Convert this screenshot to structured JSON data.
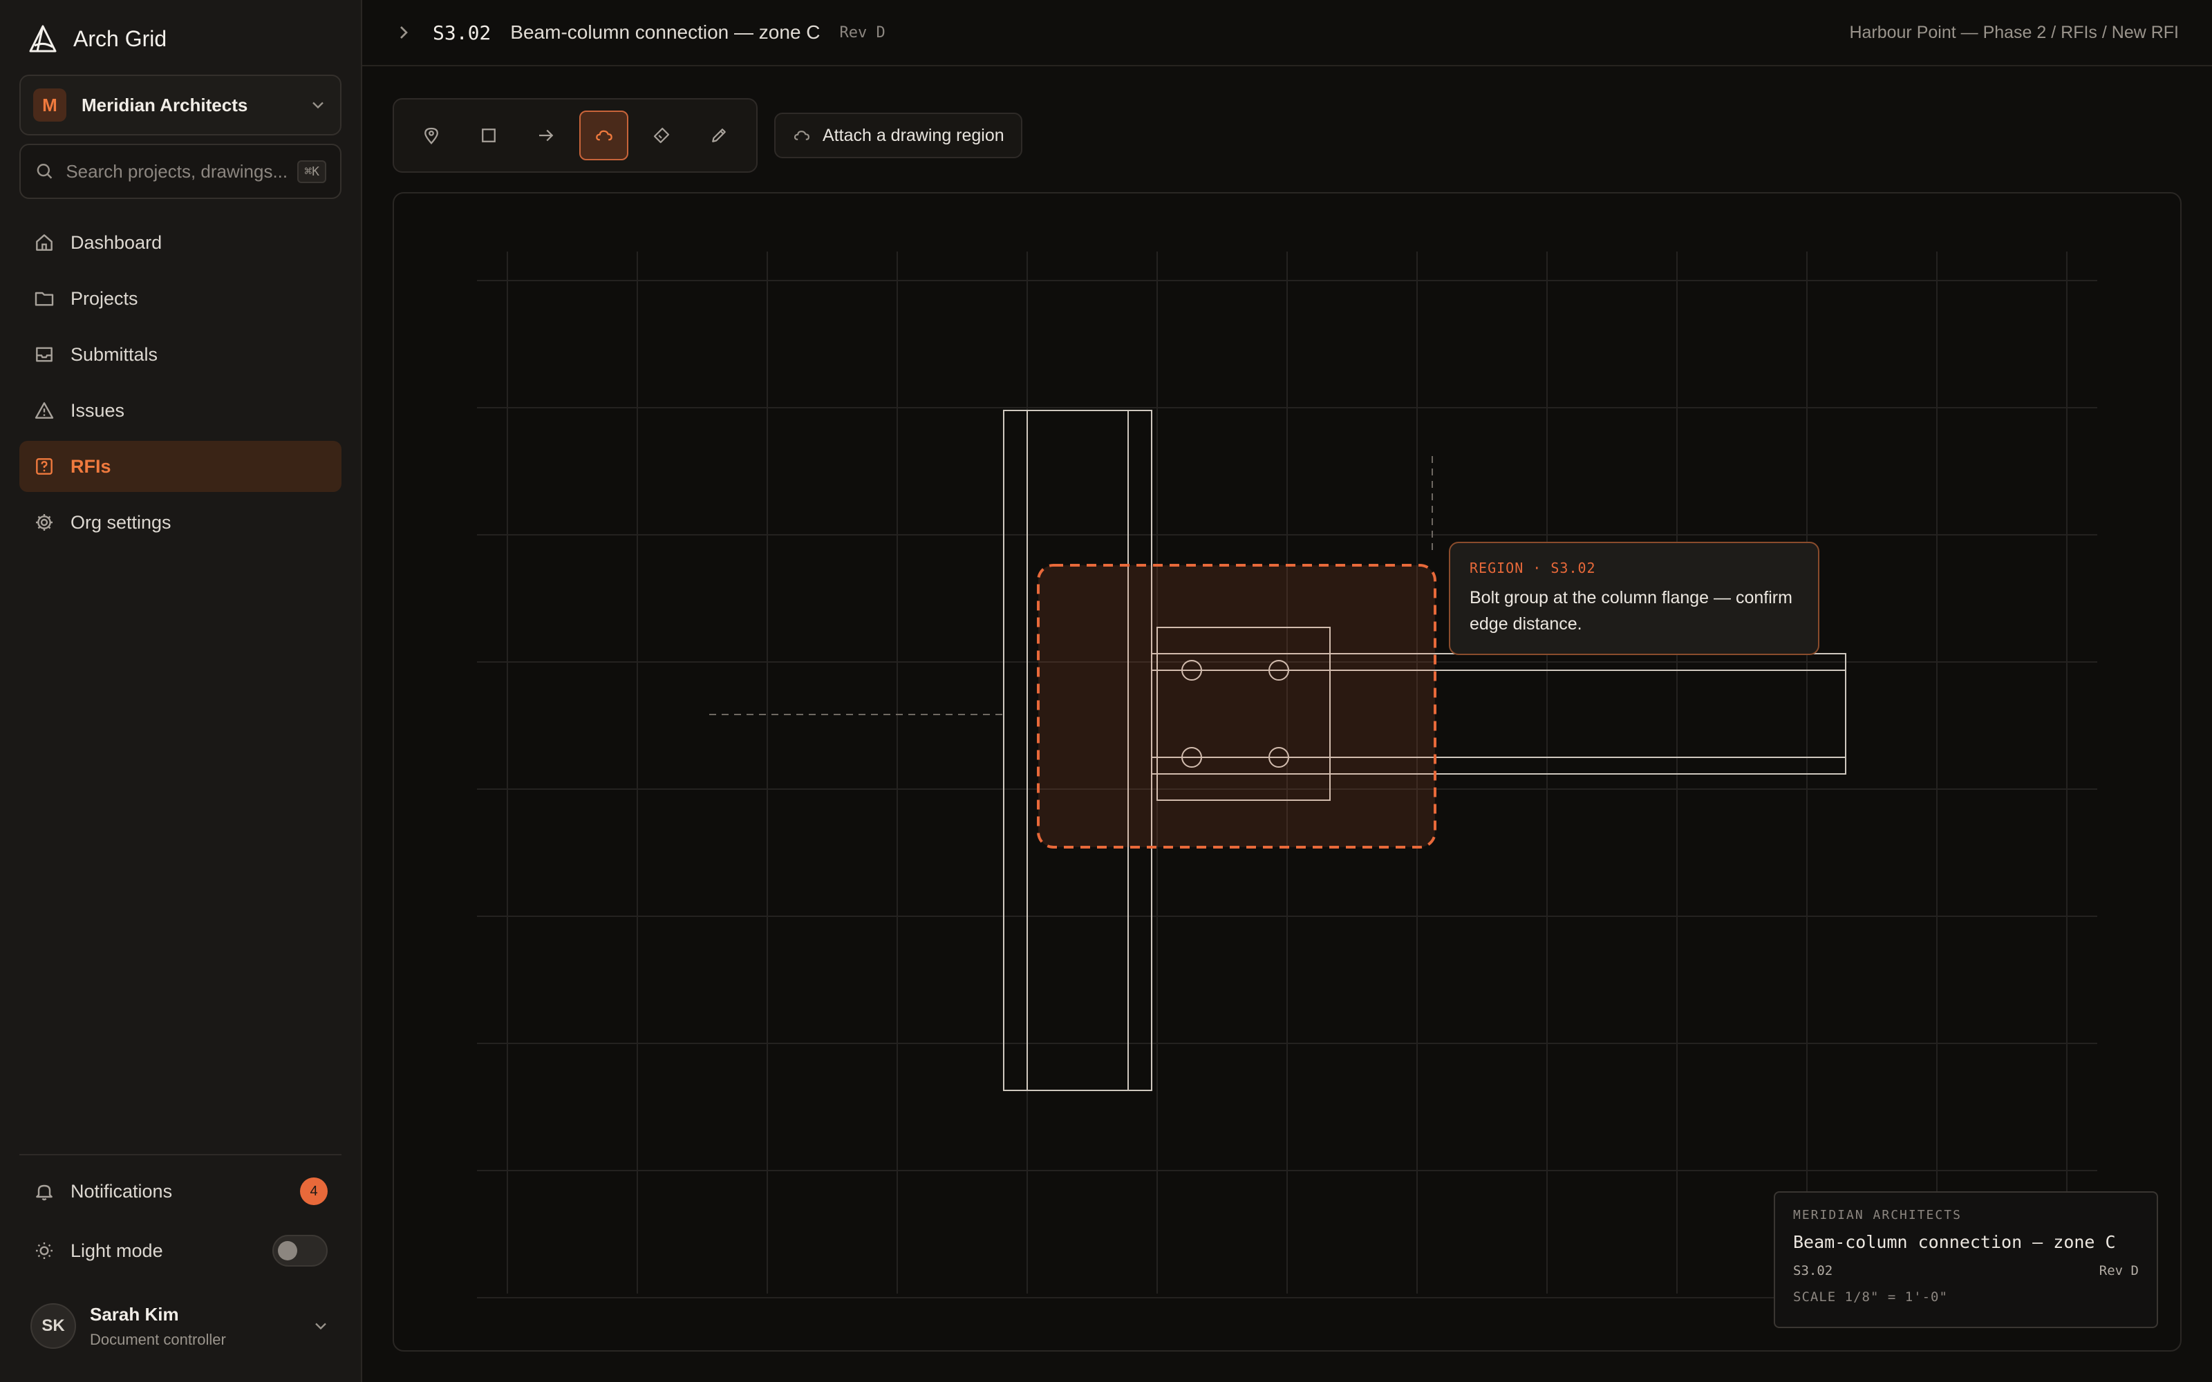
{
  "app": {
    "name": "Arch Grid"
  },
  "org": {
    "initial": "M",
    "name": "Meridian Architects"
  },
  "search": {
    "placeholder": "Search projects, drawings...",
    "shortcut": "⌘K"
  },
  "nav": {
    "items": [
      {
        "label": "Dashboard",
        "icon": "home-icon"
      },
      {
        "label": "Projects",
        "icon": "folder-icon"
      },
      {
        "label": "Submittals",
        "icon": "inbox-icon"
      },
      {
        "label": "Issues",
        "icon": "alert-triangle-icon"
      },
      {
        "label": "RFIs",
        "icon": "question-square-icon",
        "active": true
      },
      {
        "label": "Org settings",
        "icon": "gear-icon"
      }
    ]
  },
  "notifications": {
    "label": "Notifications",
    "count": "4"
  },
  "light_mode": {
    "label": "Light mode",
    "enabled": false
  },
  "user": {
    "initials": "SK",
    "name": "Sarah Kim",
    "role": "Document controller"
  },
  "header": {
    "sheet_code": "S3.02",
    "title": "Beam-column connection — zone C",
    "revision": "Rev D",
    "breadcrumb": "Harbour Point — Phase 2 / RFIs / New RFI"
  },
  "toolbar": {
    "tools": [
      "pin-icon",
      "rectangle-icon",
      "arrow-icon",
      "cloud-icon",
      "tag-icon",
      "pencil-icon"
    ],
    "active_tool": "cloud-icon",
    "attach_label": "Attach a drawing region"
  },
  "callout": {
    "tag": "REGION · S3.02",
    "text": "Bolt group at the column flange — confirm edge distance."
  },
  "titleblock": {
    "firm": "MERIDIAN ARCHITECTS",
    "title": "Beam-column connection — zone C",
    "sheet": "S3.02",
    "revision": "Rev D",
    "scale": "SCALE 1/8\" = 1'-0\""
  },
  "colors": {
    "accent": "#e8693a",
    "background": "#0f0e0c",
    "sidebar": "#1a1816"
  }
}
